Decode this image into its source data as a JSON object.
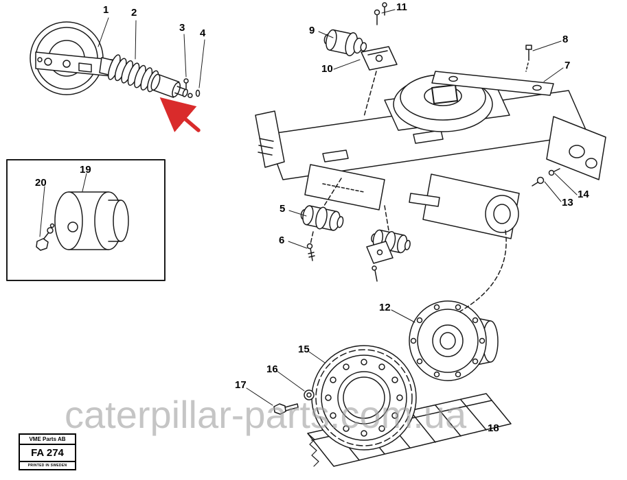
{
  "watermark": "caterpillar-parts.com.ua",
  "stamp": {
    "brand": "VME Parts AB",
    "code": "FA 274",
    "origin": "PRINTED IN SWEDEN"
  },
  "callouts": [
    "1",
    "2",
    "3",
    "4",
    "5",
    "6",
    "7",
    "8",
    "9",
    "10",
    "11",
    "12",
    "13",
    "14",
    "15",
    "16",
    "17",
    "18",
    "19",
    "20"
  ],
  "colors": {
    "line": "#1a1a1a",
    "arrow": "#d92b2b",
    "watermark": "#9f9f9f",
    "background": "#ffffff"
  }
}
